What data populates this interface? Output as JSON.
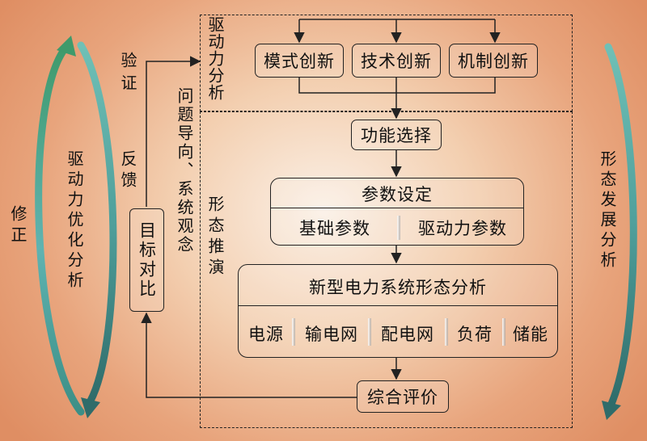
{
  "sections": {
    "driver_analysis": "驱动力分析",
    "form_deduction": "形态推演"
  },
  "innovations": [
    "模式创新",
    "技术创新",
    "机制创新"
  ],
  "function_selection": "功能选择",
  "parameter_setting": {
    "title": "参数设定",
    "items": [
      "基础参数",
      "驱动力参数"
    ]
  },
  "form_analysis": {
    "title": "新型电力系统形态分析",
    "items": [
      "电源",
      "输电网",
      "配电网",
      "负荷",
      "储能"
    ]
  },
  "comprehensive_evaluation": "综合评价",
  "target_comparison": "目标对比",
  "loop_labels": {
    "verify": "验证",
    "feedback": "反馈",
    "concept": "问题导向、系统观念"
  },
  "left_cycle": {
    "outer": "修正",
    "inner": "驱动力优化分析"
  },
  "right_cycle": {
    "label": "形态发展分析"
  },
  "colors": {
    "background_center": "#fbf0e6",
    "background_edge": "#df8e63",
    "ribbon_green": "#3f9a6b",
    "ribbon_teal": "#5fb3b1",
    "ribbon_dark": "#2f6c6a",
    "line": "#222222"
  }
}
